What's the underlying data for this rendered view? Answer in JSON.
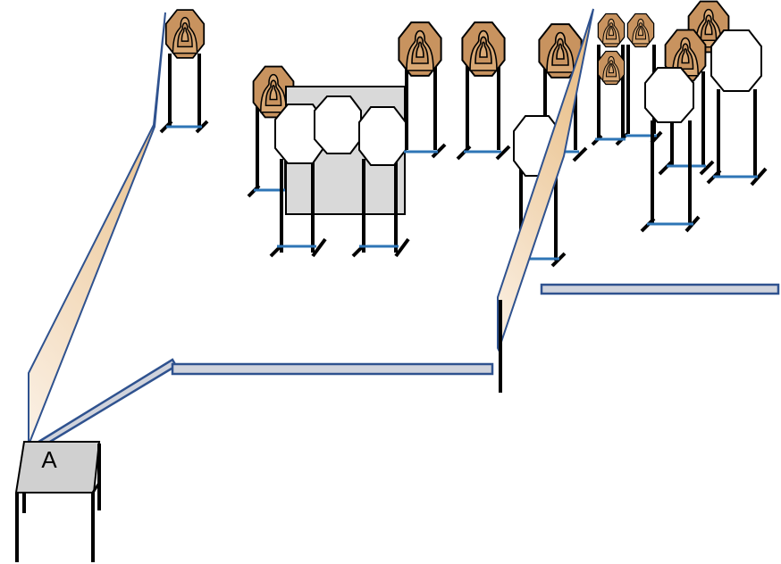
{
  "start_position": {
    "label": "A"
  },
  "colors": {
    "background": "#ffffff",
    "outline": "#000000",
    "wall_edge": "#2f528f",
    "wall_fill": "#d0d3dc",
    "fault_line_light": "#fbf1e6",
    "fault_line_dark": "#e9c08a",
    "steel_target": "#c8935f",
    "steel_target_inner": "#d9a874",
    "no_shoot": "#ffffff",
    "barricade": "#d9d9d9",
    "table_top": "#d0d0d0",
    "stand_base": "#2e75b6"
  },
  "icons": {
    "steel_target": "octagon-steel-silhouette",
    "no_shoot": "white-octagon",
    "stand": "target-stand"
  }
}
